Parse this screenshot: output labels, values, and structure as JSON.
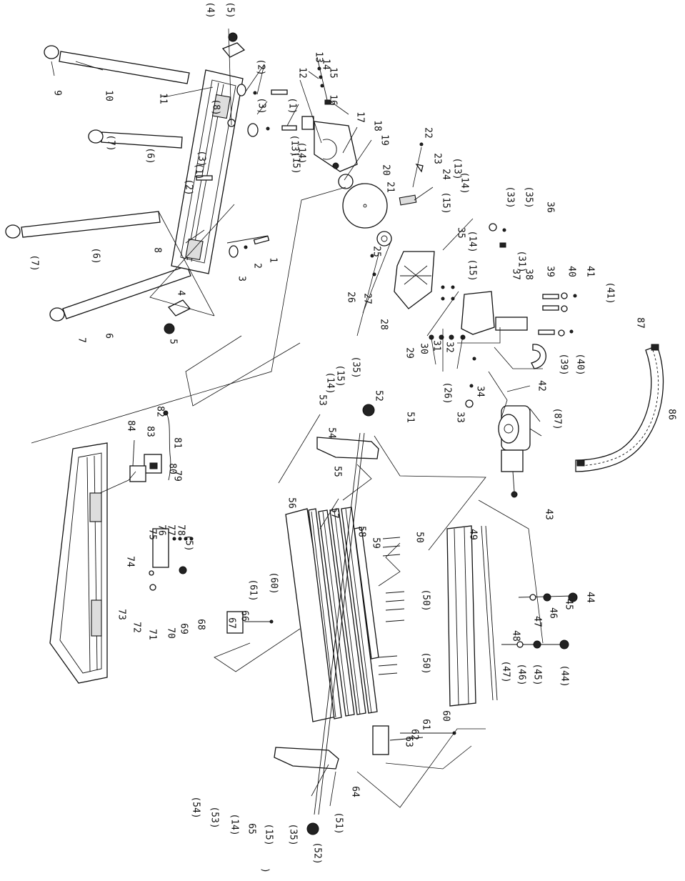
{
  "diagram": {
    "labels": [
      "(4)",
      "(5)",
      "13",
      "14",
      "15",
      "12",
      "16",
      "17",
      "11",
      "10",
      "9",
      "(2)",
      "(3)",
      "(1)",
      "(8)",
      "(13)",
      "(14)",
      "(15)",
      "18",
      "19",
      "22",
      "23",
      "24",
      "20",
      "21",
      "(7)",
      "(6)",
      "(3)",
      "(1)",
      "(2)",
      "(13)",
      "(14)",
      "(15)",
      "(33)",
      "(35)",
      "36",
      "8",
      "(6)",
      "(7)",
      "1",
      "2",
      "3",
      "6",
      "7",
      "4",
      "5",
      "25",
      "26",
      "27",
      "28",
      "35",
      "(14)",
      "(15)",
      "(31)",
      "38",
      "37",
      "39",
      "40",
      "41",
      "(41)",
      "29",
      "30",
      "31",
      "32",
      "(39)",
      "(40)",
      "42",
      "87",
      "86",
      "(87)",
      "82",
      "83",
      "84",
      "81",
      "80",
      "79",
      "(35)",
      "(15)",
      "(14)",
      "53",
      "52",
      "54",
      "51",
      "55",
      "(26)",
      "34",
      "33",
      "43",
      "56",
      "57",
      "58",
      "59",
      "50",
      "(50)",
      "(50)",
      "74",
      "75",
      "76",
      "77",
      "78",
      "(5)",
      "73",
      "72",
      "71",
      "70",
      "69",
      "68",
      "67",
      "66",
      "(61)",
      "(60)",
      "49",
      "48",
      "47",
      "46",
      "45",
      "44",
      "(47)",
      "(46)",
      "(45)",
      "(44)",
      "60",
      "61",
      "62",
      "63",
      "64",
      "(54)",
      "(53)",
      "(14)",
      "65",
      "(15)",
      "(35)",
      "(51)",
      "(52)",
      ")"
    ]
  }
}
